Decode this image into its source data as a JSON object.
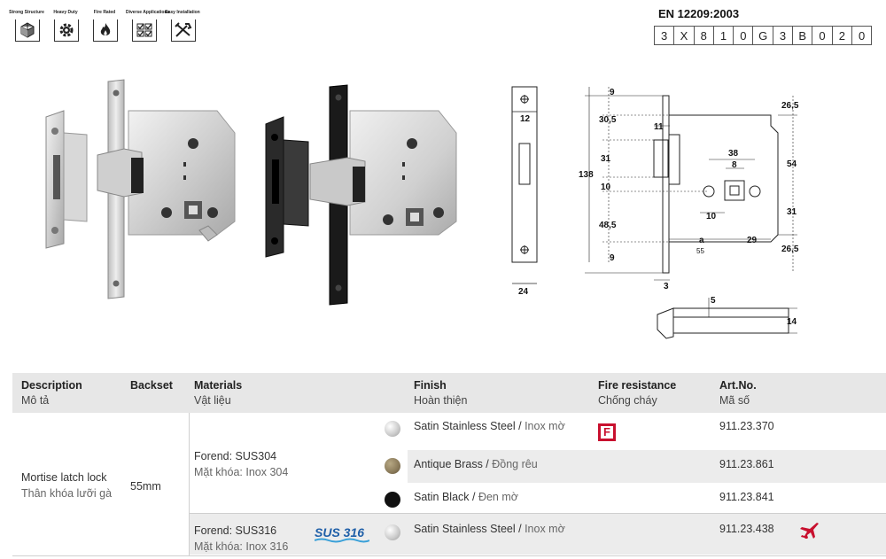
{
  "features": [
    {
      "label": "Strong Structure",
      "icon": "cube-icon"
    },
    {
      "label": "Heavy Duty",
      "icon": "gear-icon"
    },
    {
      "label": "Fire Rated",
      "icon": "flame-icon"
    },
    {
      "label": "Diverse Applications",
      "icon": "checklist-icon"
    },
    {
      "label": "Easy Installation",
      "icon": "tools-icon"
    }
  ],
  "standard": {
    "title": "EN 12209:2003",
    "code": [
      "3",
      "X",
      "8",
      "1",
      "0",
      "G",
      "3",
      "B",
      "0",
      "2",
      "0"
    ]
  },
  "drawing": {
    "dims": {
      "d12": "12",
      "d24": "24",
      "d9a": "9",
      "d30_5": "30,5",
      "d11": "11",
      "d31a": "31",
      "d138": "138",
      "d10a": "10",
      "d48_5": "48,5",
      "d9b": "9",
      "d3": "3",
      "d38": "38",
      "d8": "8",
      "d10b": "10",
      "d26_5a": "26,5",
      "d54": "54",
      "d31b": "31",
      "d29": "29",
      "d26_5b": "26,5",
      "a": "a",
      "a55": "55",
      "d5": "5",
      "d14": "14"
    }
  },
  "table": {
    "headers": [
      {
        "en": "Description",
        "vi": "Mô tả"
      },
      {
        "en": "Backset",
        "vi": ""
      },
      {
        "en": "Materials",
        "vi": "Vật liệu"
      },
      {
        "en": "Finish",
        "vi": "Hoàn thiện"
      },
      {
        "en": "Fire resistance",
        "vi": "Chống cháy"
      },
      {
        "en": "Art.No.",
        "vi": "Mã số"
      }
    ],
    "description": {
      "en": "Mortise latch lock",
      "vi": "Thân khóa lưỡi gà"
    },
    "backset": "55mm",
    "materials": [
      {
        "forend": "Forend: SUS304",
        "body": "Mặt khóa: Inox 304"
      },
      {
        "forend": "Forend: SUS316",
        "body": "Mặt khóa: Inox 316",
        "badge": "SUS 316"
      }
    ],
    "rows": [
      {
        "finish_en": "Satin Stainless Steel",
        "finish_vi": "Inox mờ",
        "swatch": "#c9c9c9",
        "fire": "F",
        "art": "911.23.370"
      },
      {
        "finish_en": "Antique Brass",
        "finish_vi": "Đồng rêu",
        "swatch": "#8a7a5a",
        "fire": "",
        "art": "911.23.861"
      },
      {
        "finish_en": "Satin Black",
        "finish_vi": "Đen mờ",
        "swatch": "#111111",
        "fire": "",
        "art": "911.23.841"
      },
      {
        "finish_en": "Satin Stainless Steel",
        "finish_vi": "Inox mờ",
        "swatch": "#c9c9c9",
        "fire": "",
        "art": "911.23.438",
        "extra_icon": "airplane-icon"
      }
    ],
    "separator": " / ",
    "colors": {
      "fire": "#c8102e",
      "airplane": "#c8102e",
      "badge": "#1f5fa8"
    }
  }
}
